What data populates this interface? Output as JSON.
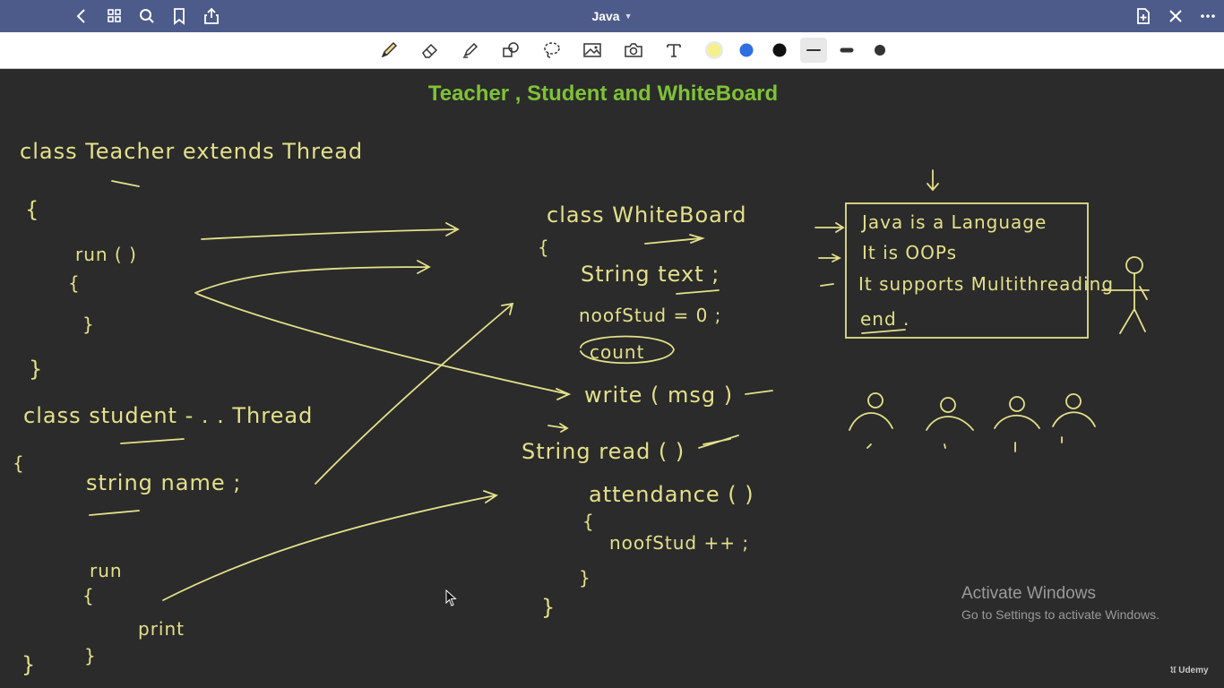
{
  "window": {
    "title": "Java"
  },
  "icons": {
    "back": "chevron-left-icon",
    "grid": "grid-icon",
    "search": "search-icon",
    "bookmark": "bookmark-icon",
    "share": "share-icon",
    "new_page": "add-page-icon",
    "close": "close-icon",
    "more": "more-icon"
  },
  "toolbar": {
    "tools": [
      "pen",
      "eraser",
      "highlighter",
      "shapes",
      "lasso",
      "image",
      "camera",
      "text"
    ],
    "colors": [
      "#f5f08a",
      "#2f6fe0",
      "#111111"
    ],
    "stroke_widths": [
      "thin",
      "medium",
      "thick"
    ],
    "selected_stroke": "thin"
  },
  "page": {
    "title": "Teacher , Student and WhiteBoard",
    "title_color": "#7ec236",
    "ink_color": "#e4e08a",
    "notes": {
      "teacher_class": "class Teacher extends Thread",
      "teacher_open": "{",
      "teacher_run": "run ( )",
      "teacher_run_open": "{",
      "teacher_run_close": "}",
      "teacher_close": "}",
      "student_class": "class student - . . Thread",
      "student_open": "{",
      "student_field": "string name ;",
      "student_run": "run",
      "student_run_open": "{",
      "student_print": "print",
      "student_run_close": "}",
      "student_close": "}",
      "wb_class": "class WhiteBoard",
      "wb_open": "{",
      "wb_field1": "String text ;",
      "wb_field2": "noofStud = 0 ;",
      "wb_field3": "count",
      "wb_write": "write ( msg )",
      "wb_read": "String read ( )",
      "wb_attendance": "attendance ( )",
      "wb_att_open": "{",
      "wb_incr": "noofStud ++ ;",
      "wb_att_close": "}",
      "wb_close": "}",
      "board_line1": "Java is a Language",
      "board_line2": "It is OOPs",
      "board_line3": "It supports Multithreading",
      "board_line4": "end ."
    }
  },
  "overlay": {
    "activate_title": "Activate Windows",
    "activate_sub": "Go to Settings to activate Windows.",
    "watermark": "Udemy"
  }
}
